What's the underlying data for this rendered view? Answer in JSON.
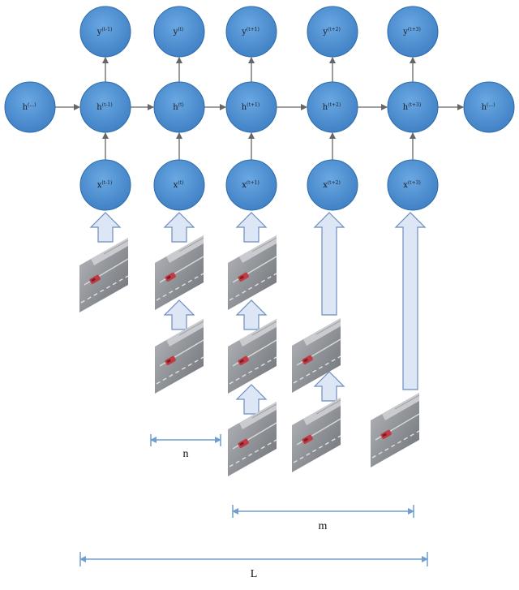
{
  "colors": {
    "node_fill": "#4a8fd1",
    "node_edge": "#2e6aa8",
    "edge_line": "#666666",
    "arrow_fill": "#dde6f4",
    "arrow_edge": "#6d8cbf",
    "dimension_line": "#6f9fce",
    "frame_road": "#8a8d93",
    "car": "#c23a43"
  },
  "nodes": {
    "y": [
      {
        "base": "y",
        "sup": "(t-1)"
      },
      {
        "base": "y",
        "sup": "(t)"
      },
      {
        "base": "y",
        "sup": "(t+1)"
      },
      {
        "base": "y",
        "sup": "(t+2)"
      },
      {
        "base": "y",
        "sup": "(t+3)"
      }
    ],
    "h": [
      {
        "base": "h",
        "sup": "(...)"
      },
      {
        "base": "h",
        "sup": "(t-1)"
      },
      {
        "base": "h",
        "sup": "(t)"
      },
      {
        "base": "h",
        "sup": "(t+1)"
      },
      {
        "base": "h",
        "sup": "(t+2)"
      },
      {
        "base": "h",
        "sup": "(t+3)"
      },
      {
        "base": "h",
        "sup": "(...)"
      }
    ],
    "x": [
      {
        "base": "x",
        "sup": "(t-1)"
      },
      {
        "base": "x",
        "sup": "(t)"
      },
      {
        "base": "x",
        "sup": "(t+1)"
      },
      {
        "base": "x",
        "sup": "(t+2)"
      },
      {
        "base": "x",
        "sup": "(t+3)"
      }
    ]
  },
  "dimensions": {
    "n": "n",
    "m": "m",
    "L": "L"
  }
}
